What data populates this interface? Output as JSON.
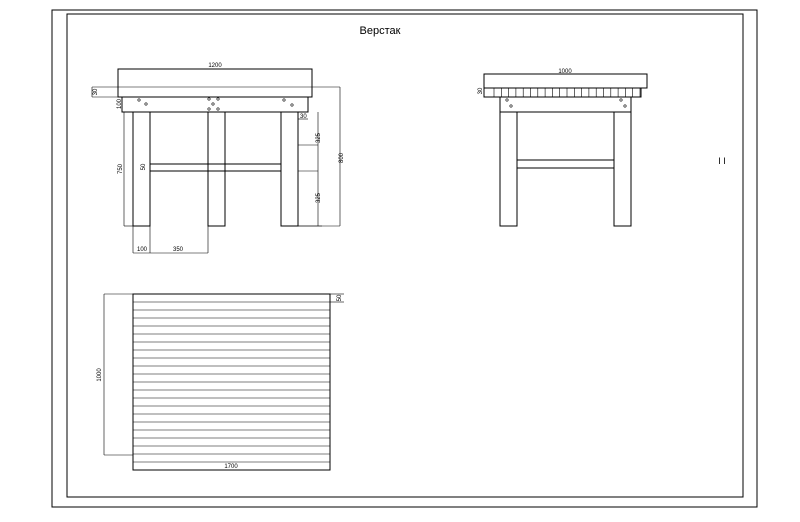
{
  "title": "Верстак",
  "sheet_mark": "I I",
  "front_view": {
    "dims": {
      "top_width": "1200",
      "top_thickness": "30",
      "apron_height": "100",
      "apron_inset": "30",
      "leg_height": "750",
      "stretcher_height": "50",
      "upper_gap": "325",
      "lower_gap": "325",
      "total_height": "800",
      "leg_width": "100",
      "leg_spacing": "350"
    }
  },
  "side_view": {
    "dims": {
      "top_width": "1000",
      "top_thickness": "30"
    }
  },
  "plan_view": {
    "dims": {
      "width": "1700",
      "depth": "1000",
      "board_width": "50"
    }
  }
}
